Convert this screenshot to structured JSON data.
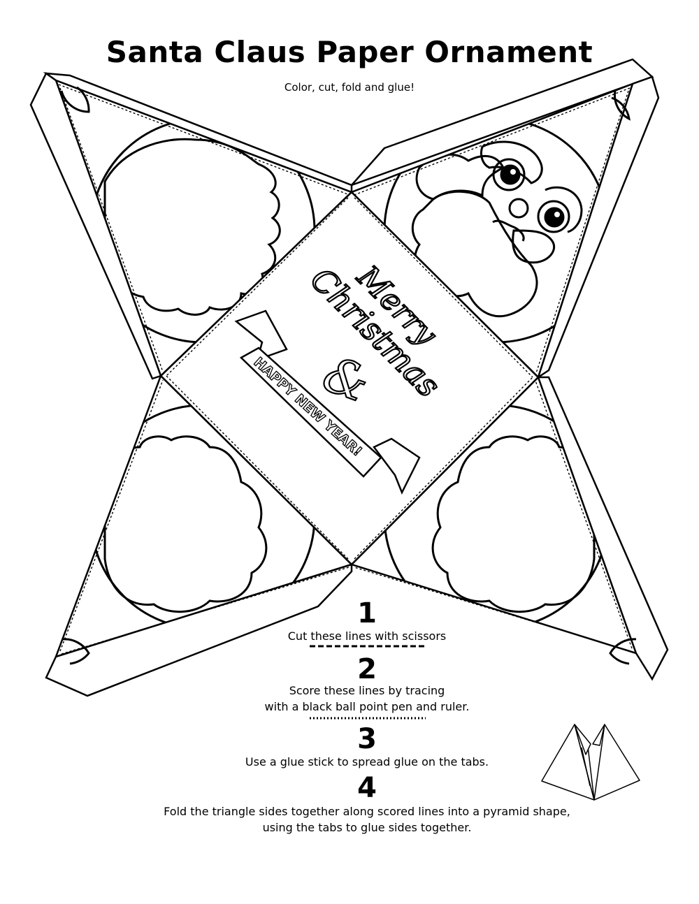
{
  "title": "Santa Claus Paper Ornament",
  "subtitle": "Color, cut, fold and glue!",
  "center_panel": {
    "greeting_line1": "Merry",
    "greeting_line2": "Christmas",
    "ampersand": "&",
    "banner_text": "HAPPY NEW YEAR!"
  },
  "steps": [
    {
      "number": "1",
      "lines": [
        "Cut these lines with scissors"
      ],
      "line_sample": "dashed-cut"
    },
    {
      "number": "2",
      "lines": [
        "Score these lines by tracing",
        "with a black ball point pen and ruler."
      ],
      "line_sample": "dotted-score"
    },
    {
      "number": "3",
      "lines": [
        "Use a glue stick to spread glue on the tabs."
      ]
    },
    {
      "number": "4",
      "lines": [
        "Fold the triangle sides together along scored lines into a pyramid shape,",
        "using the tabs to glue sides together."
      ]
    }
  ],
  "icons": [
    "santa-face-icon",
    "santa-beard-icon",
    "pyramid-diagram-icon",
    "banner-ribbon-icon"
  ]
}
